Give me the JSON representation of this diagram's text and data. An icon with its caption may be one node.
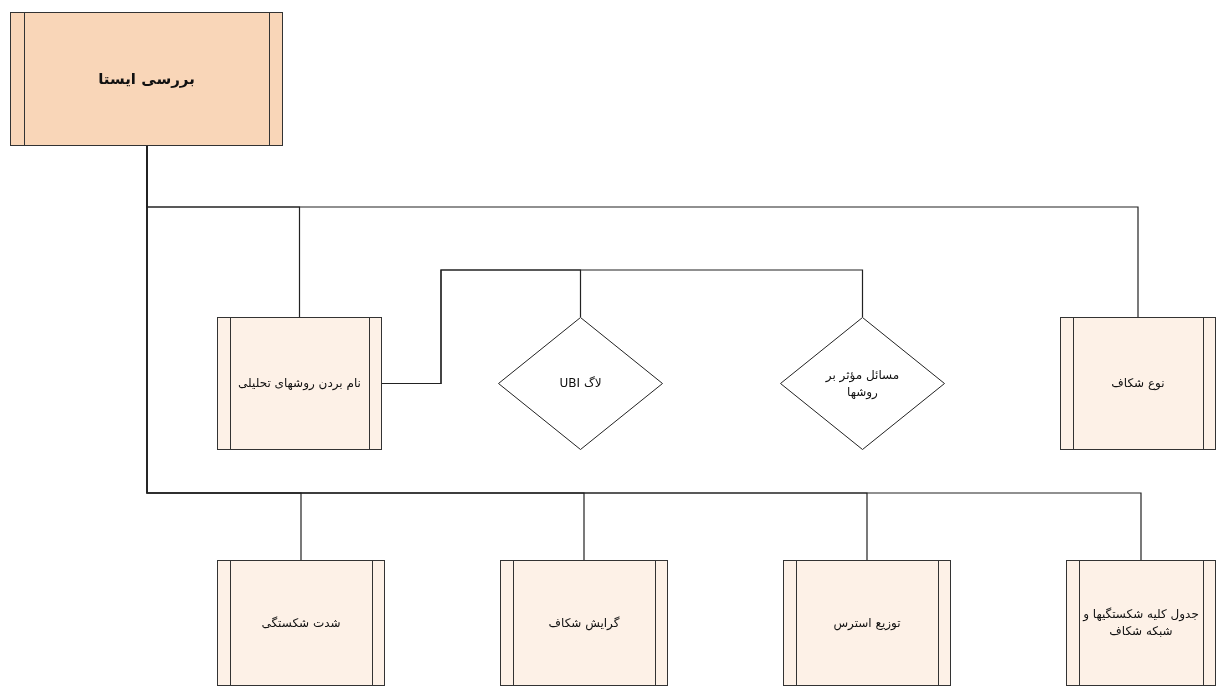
{
  "diagram": {
    "nodes": [
      {
        "text": [
          "بررسی ایستا"
        ]
      },
      {
        "text": [
          "نام بردن روشهای تحلیلی"
        ]
      },
      {
        "text": [
          "لاگ UBI"
        ]
      },
      {
        "text": [
          "مسائل مؤثر بر روشها"
        ]
      },
      {
        "text": [
          "نوع شکاف"
        ]
      },
      {
        "text": [
          "شدت شکستگی"
        ]
      },
      {
        "text": [
          "گرایش شکاف"
        ]
      },
      {
        "text": [
          "توزیع استرس"
        ]
      },
      {
        "text": [
          "جدول کلیه شکستگیها و شبکه شکاف"
        ]
      }
    ],
    "edges": [
      {
        "from": 0,
        "to": 1,
        "arrow": "none"
      },
      {
        "from": 0,
        "to": 4,
        "arrow": "none"
      },
      {
        "from": 0,
        "to": 5,
        "arrow": "none"
      },
      {
        "from": 0,
        "to": 6,
        "arrow": "none"
      },
      {
        "from": 0,
        "to": 7,
        "arrow": "none"
      },
      {
        "from": 0,
        "to": 8,
        "arrow": "none"
      },
      {
        "from": 1,
        "to": 2,
        "arrow": "none"
      },
      {
        "from": 1,
        "to": 3,
        "arrow": "none"
      }
    ]
  }
}
